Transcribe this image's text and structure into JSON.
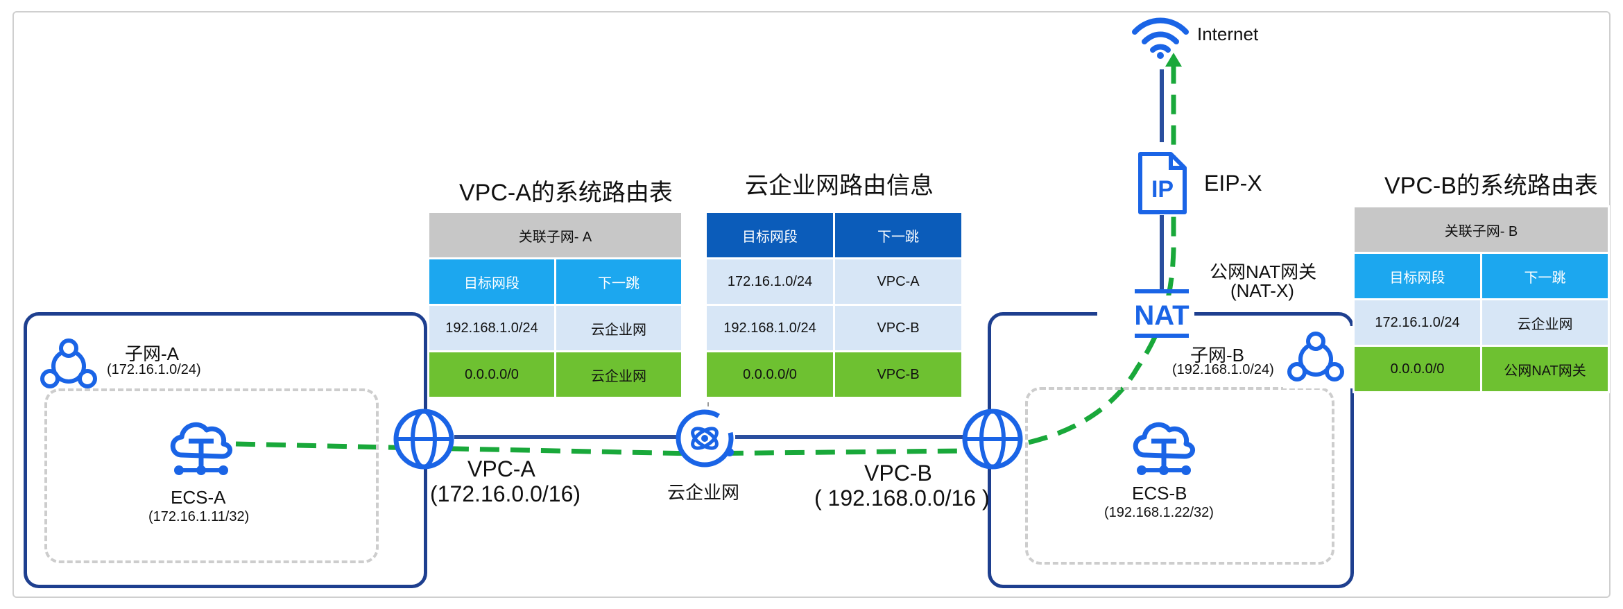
{
  "internet": {
    "label": "Internet",
    "icon": "wifi-icon"
  },
  "eip": {
    "label": "EIP-X",
    "icon_text": "IP"
  },
  "nat": {
    "label_line1": "公网NAT网关",
    "label_line2": "(NAT-X)",
    "icon_text": "NAT"
  },
  "cen": {
    "label": "云企业网"
  },
  "vpc_a": {
    "name": "VPC-A",
    "cidr": "(172.16.0.0/16)",
    "subnet_name": "子网-A",
    "subnet_cidr": "(172.16.1.0/24)",
    "ecs_name": "ECS-A",
    "ecs_ip": "(172.16.1.11/32)"
  },
  "vpc_b": {
    "name": "VPC-B",
    "cidr": "( 192.168.0.0/16 )",
    "subnet_name": "子网-B",
    "subnet_cidr": "(192.168.1.0/24)",
    "ecs_name": "ECS-B",
    "ecs_ip": "(192.168.1.22/32)"
  },
  "table_a": {
    "title": "VPC-A的系统路由表",
    "assoc": "关联子网- A",
    "headers": [
      "目标网段",
      "下一跳"
    ],
    "rows": [
      [
        "192.168.1.0/24",
        "云企业网"
      ],
      [
        "0.0.0.0/0",
        "云企业网"
      ]
    ]
  },
  "table_cen": {
    "title": "云企业网路由信息",
    "headers": [
      "目标网段",
      "下一跳"
    ],
    "rows": [
      [
        "172.16.1.0/24",
        "VPC-A"
      ],
      [
        "192.168.1.0/24",
        "VPC-B"
      ],
      [
        "0.0.0.0/0",
        "VPC-B"
      ]
    ]
  },
  "table_b": {
    "title": "VPC-B的系统路由表",
    "assoc": "关联子网- B",
    "headers": [
      "目标网段",
      "下一跳"
    ],
    "rows": [
      [
        "172.16.1.0/24",
        "云企业网"
      ],
      [
        "0.0.0.0/0",
        "公网NAT网关"
      ]
    ]
  },
  "colors": {
    "primary_blue": "#1a64e6",
    "navy": "#1e3f8f",
    "traffic_green": "#19a83a",
    "header_sky": "#1ca7ef",
    "header_navy": "#0b5cba",
    "row_light": "#d7e6f6",
    "row_green": "#6ec131",
    "header_gray": "#c7c7c7"
  }
}
